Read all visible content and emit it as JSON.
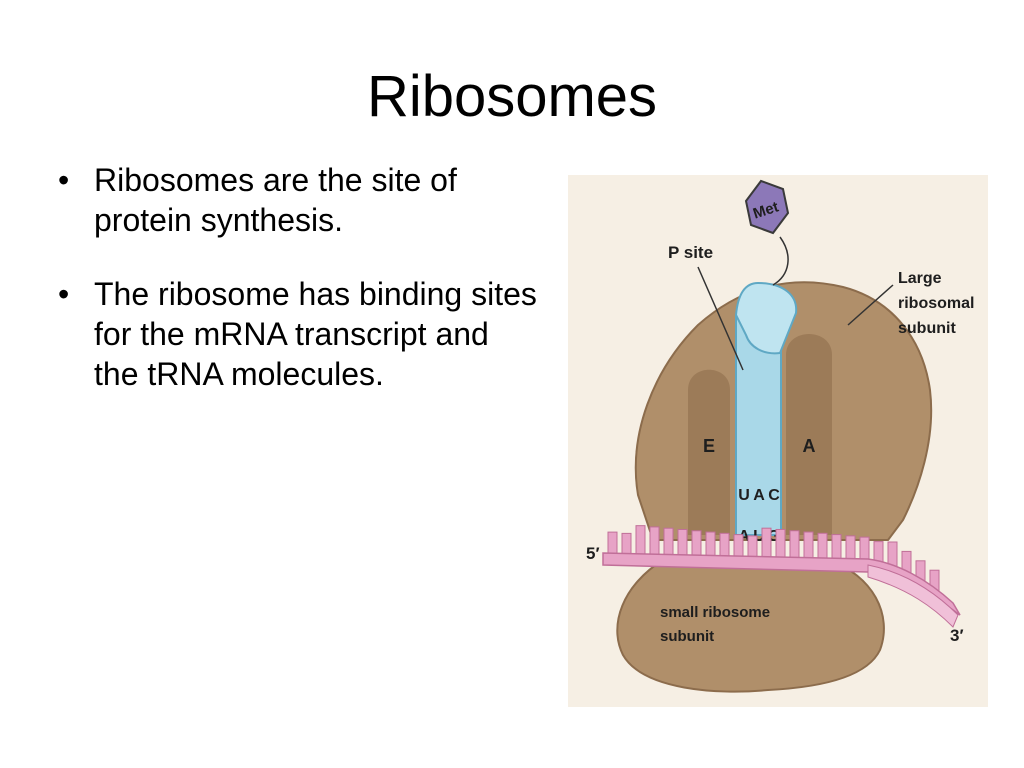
{
  "slide": {
    "title": "Ribosomes",
    "bullets": [
      "Ribosomes are the site of protein synthesis.",
      "The ribosome has binding sites for the mRNA transcript and the tRNA molecules."
    ],
    "bullet_glyph": "•"
  },
  "figure": {
    "labels": {
      "met": "Met",
      "p_site": "P site",
      "large_subunit": [
        "Large",
        "ribosomal",
        "subunit"
      ],
      "e_site": "E",
      "a_site": "A",
      "anticodon": [
        "U",
        "A",
        "C"
      ],
      "codon": [
        "A",
        "U",
        "G"
      ],
      "five_prime": "5′",
      "three_prime": "3′",
      "small_subunit": [
        "small ribosome",
        "subunit"
      ]
    },
    "colors": {
      "background": "#f6efe4",
      "ribosome": "#b08f6a",
      "ribosome_shadow": "#8c6c4c",
      "trna": "#a9d8e8",
      "mrna": "#e7a3c6"
    }
  }
}
